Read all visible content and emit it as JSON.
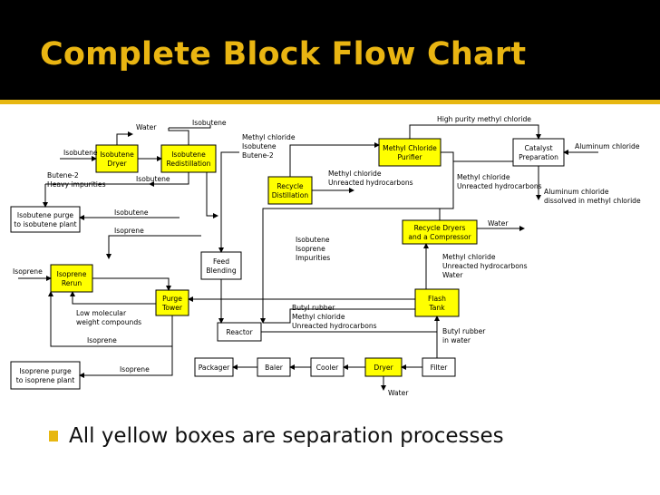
{
  "slide": {
    "title": "Complete Block Flow Chart",
    "accent_color": "#e7b711",
    "bullet": "All yellow boxes are separation processes"
  },
  "boxes": {
    "isobutene_dryer": [
      "Isobutene",
      "Dryer"
    ],
    "isobutene_redistillation": [
      "Isobutene",
      "Redistillation"
    ],
    "recycle_distillation": [
      "Recycle",
      "Distillation"
    ],
    "methyl_chloride_purifier": [
      "Methyl Chloride",
      "Purifier"
    ],
    "catalyst_preparation": [
      "Catalyst",
      "Preparation"
    ],
    "isobutene_purge": [
      "Isobutene purge",
      "to isobutene plant"
    ],
    "recycle_dryers": [
      "Recycle Dryers",
      "and a Compressor"
    ],
    "isoprene_rerun": [
      "Isoprene",
      "Rerun"
    ],
    "feed_blending": [
      "Feed",
      "Blending"
    ],
    "purge_tower": [
      "Purge",
      "Tower"
    ],
    "flash_tank": [
      "Flash",
      "Tank"
    ],
    "reactor": [
      "Reactor"
    ],
    "isoprene_purge": [
      "Isoprene purge",
      "to isoprene plant"
    ],
    "packager": [
      "Packager"
    ],
    "baler": [
      "Baler"
    ],
    "cooler": [
      "Cooler"
    ],
    "dryer": [
      "Dryer"
    ],
    "filter": [
      "Filter"
    ]
  },
  "labels": {
    "water_top": "Water",
    "isobutene_top": "Isobutene",
    "isobutene_in": "Isobutene",
    "feed_stream": [
      "Methyl chloride",
      "Isobutene",
      "Butene-2"
    ],
    "high_purity_mecl": "High purity methyl chloride",
    "aluminum_chloride": "Aluminum chloride",
    "butene_heavy": [
      "Butene-2",
      "Heavy impurities"
    ],
    "isobutene_mid": "Isobutene",
    "recycle_out": [
      "Methyl chloride",
      "Unreacted hydrocarbons"
    ],
    "purifier_in": [
      "Methyl chloride",
      "Unreacted hydrocarbons"
    ],
    "alcl_dissolved": [
      "Aluminum chloride",
      "dissolved in methyl chloride"
    ],
    "isobutene_purge_line": "Isobutene",
    "water_right": "Water",
    "isoprene_left": "Isoprene",
    "impurities": [
      "Isobutene",
      "Isoprene",
      "Impurities"
    ],
    "isoprene_in": "Isoprene",
    "flash_overhead": [
      "Methyl chloride",
      "Unreacted hydrocarbons",
      "Water"
    ],
    "low_mw": [
      "Low molecular",
      "weight compounds"
    ],
    "reactor_product": [
      "Butyl rubber",
      "Methyl chloride",
      "Unreacted hydrocarbons"
    ],
    "isoprene_recycle": "Isoprene",
    "slurry": [
      "Butyl rubber",
      "in water"
    ],
    "isoprene_purge_line": "Isoprene",
    "water_bottom": "Water"
  }
}
